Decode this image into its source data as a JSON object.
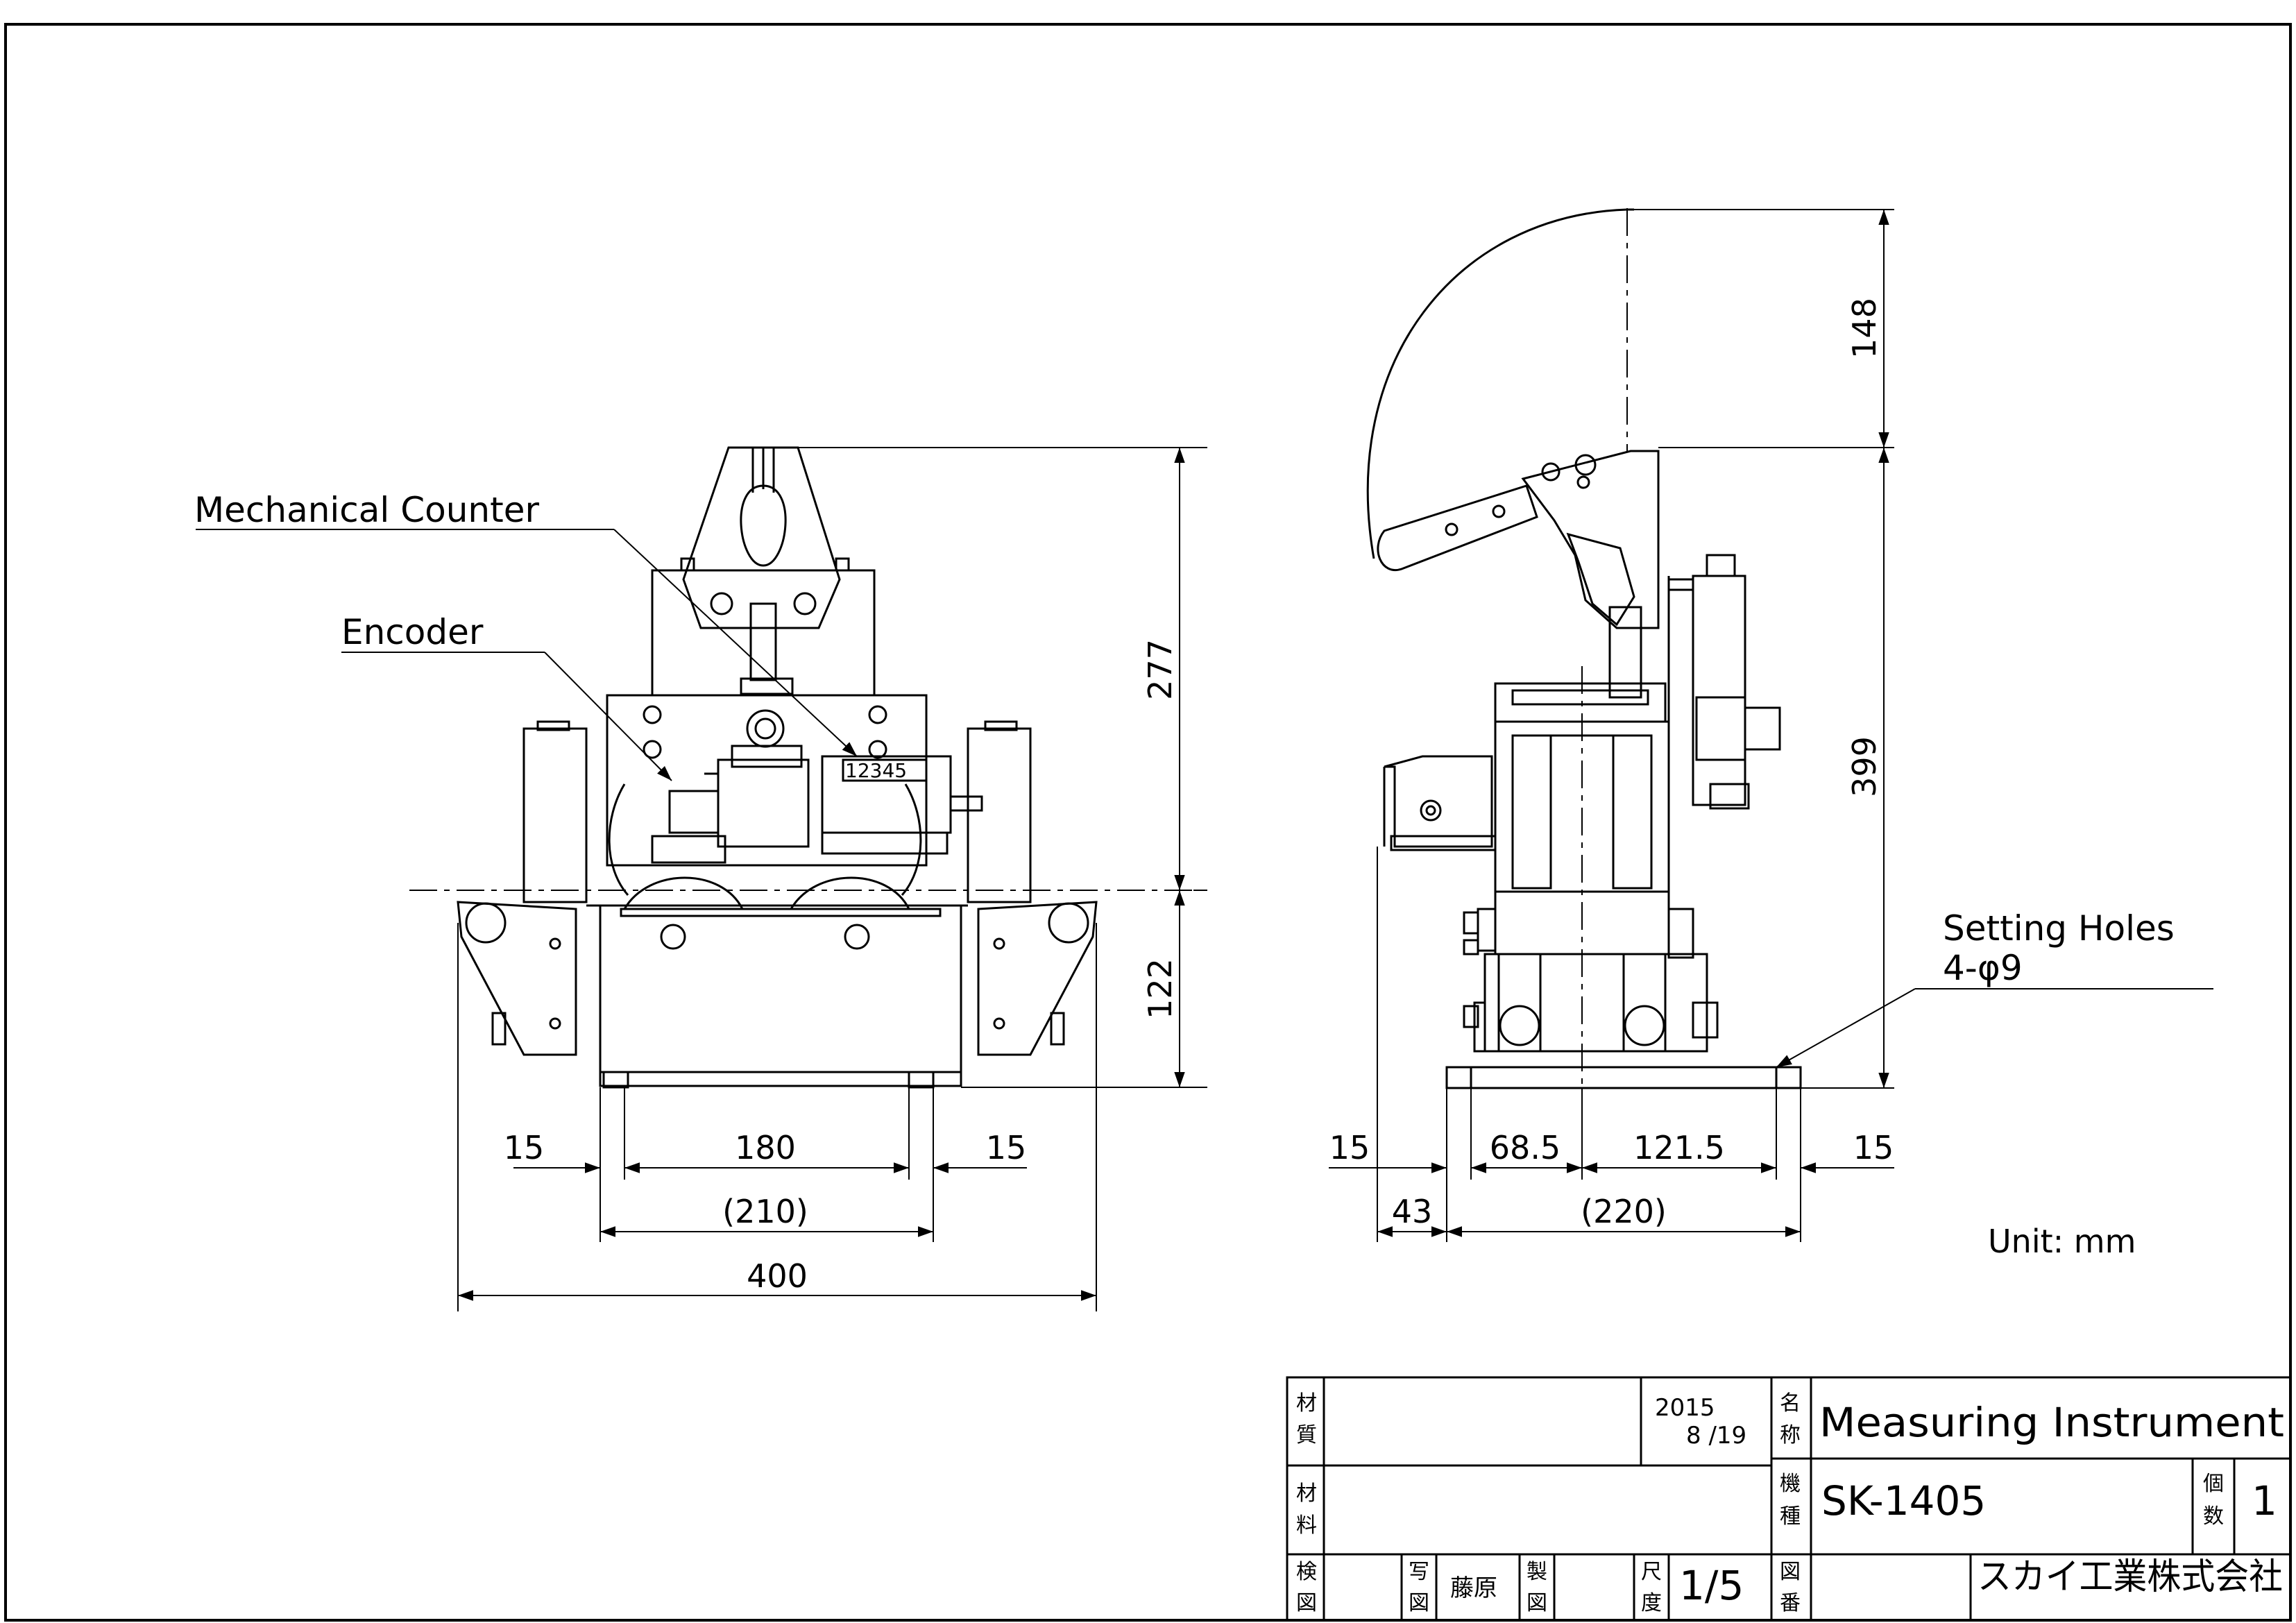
{
  "labels": {
    "mechanical_counter": "Mechanical Counter",
    "encoder": "Encoder",
    "setting_holes_line1": "Setting Holes",
    "setting_holes_line2": "4-φ9",
    "counter_display": "12345",
    "unit": "Unit: mm"
  },
  "dimensions": {
    "front_height_upper": "277",
    "front_height_lower": "122",
    "front_left_15": "15",
    "front_180": "180",
    "front_right_15": "15",
    "front_210": "(210)",
    "front_400": "400",
    "side_height_upper": "148",
    "side_height_lower": "399",
    "side_left_15": "15",
    "side_68_5": "68.5",
    "side_121_5": "121.5",
    "side_right_15": "15",
    "side_43": "43",
    "side_220": "(220)"
  },
  "title_block": {
    "material_1": "材\n質",
    "material_1_a": "材",
    "material_1_b": "質",
    "material_2_a": "材",
    "material_2_b": "料",
    "date_year": "2015",
    "date_md": "8 /19",
    "name_a": "名",
    "name_b": "称",
    "product_name": "Measuring Instrument",
    "model_a": "機",
    "model_b": "種",
    "model": "SK-1405",
    "qty_a": "個",
    "qty_b": "数",
    "quantity": "1",
    "check_a": "検",
    "check_b": "図",
    "copy_a": "写",
    "copy_b": "図",
    "drawer": "藤原",
    "make_a": "製",
    "make_b": "図",
    "scale_a": "尺",
    "scale_b": "度",
    "scale": "1/5",
    "drawno_a": "図",
    "drawno_b": "番",
    "company": "スカイ工業株式会社"
  }
}
